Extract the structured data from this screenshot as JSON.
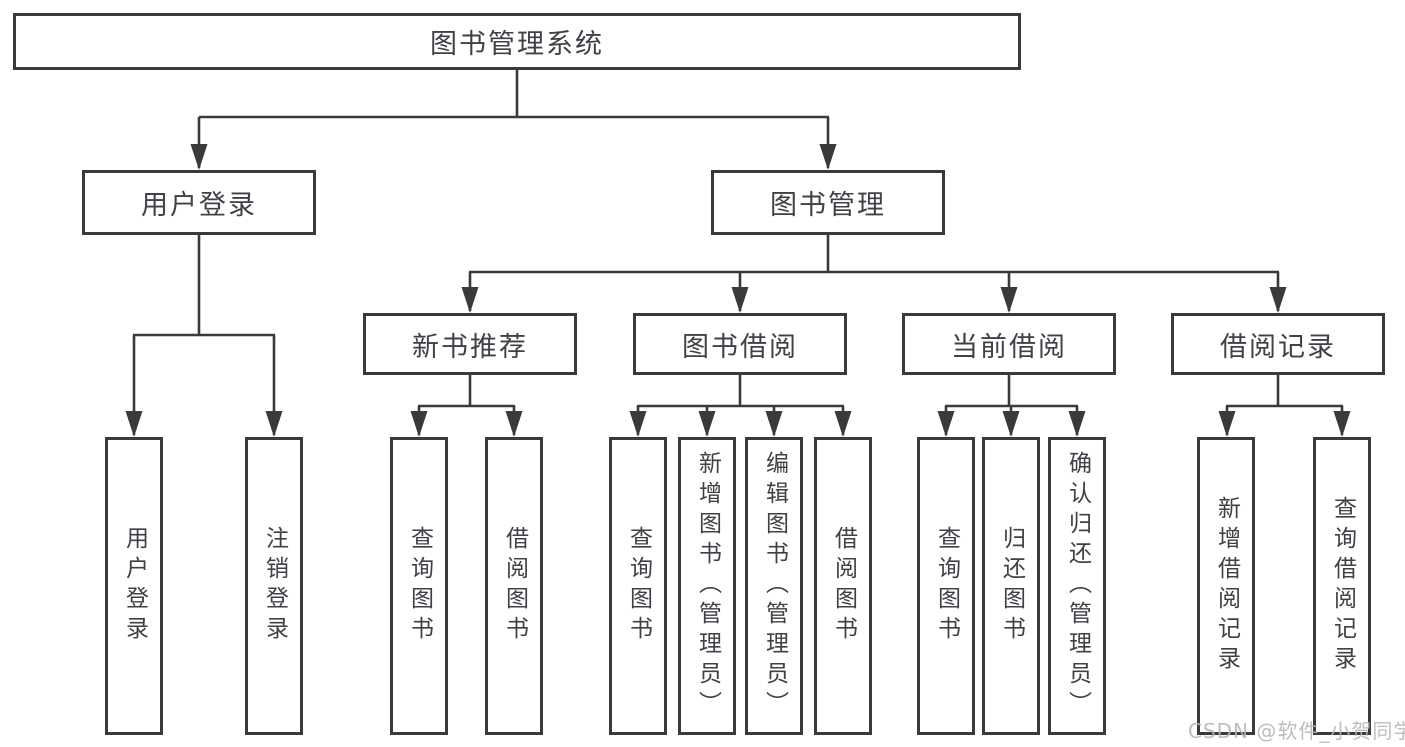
{
  "diagram": {
    "colors": {
      "line": "#3a3a3c",
      "text": "#404046",
      "watermark": "#b6b6b8",
      "background": "#ffffff"
    },
    "watermark": "CSDN @软件_小贺同学",
    "tree": {
      "label": "图书管理系统",
      "children": [
        {
          "label": "用户登录",
          "children": [
            {
              "label": "用户登录"
            },
            {
              "label": "注销登录"
            }
          ]
        },
        {
          "label": "图书管理",
          "children": [
            {
              "label": "新书推荐",
              "children": [
                {
                  "label": "查询图书"
                },
                {
                  "label": "借阅图书"
                }
              ]
            },
            {
              "label": "图书借阅",
              "children": [
                {
                  "label": "查询图书"
                },
                {
                  "label": "新增图书（管理员）"
                },
                {
                  "label": "编辑图书（管理员）"
                },
                {
                  "label": "借阅图书"
                }
              ]
            },
            {
              "label": "当前借阅",
              "children": [
                {
                  "label": "查询图书"
                },
                {
                  "label": "归还图书"
                },
                {
                  "label": "确认归还（管理员）"
                }
              ]
            },
            {
              "label": "借阅记录",
              "children": [
                {
                  "label": "新增借阅记录"
                },
                {
                  "label": "查询借阅记录"
                }
              ]
            }
          ]
        }
      ]
    }
  }
}
